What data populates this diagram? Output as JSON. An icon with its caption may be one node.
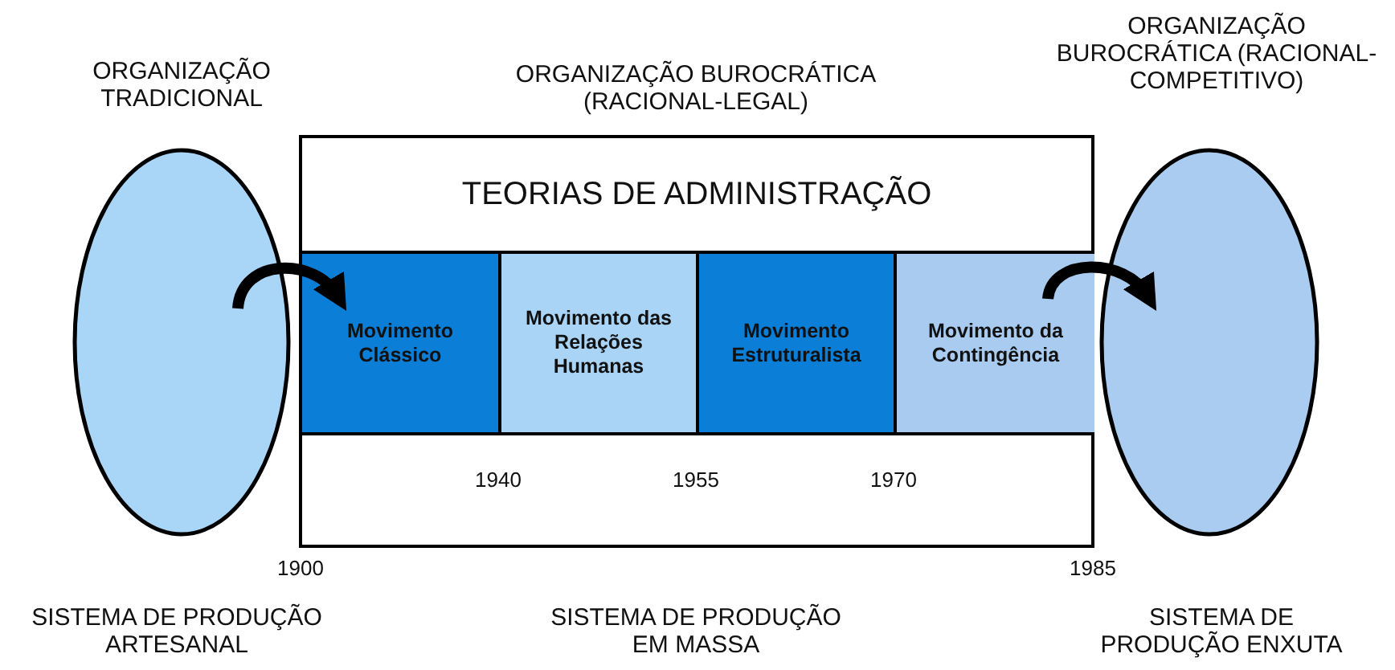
{
  "diagram": {
    "nodes": [
      {
        "text": [],
        "shape": "ellipse"
      },
      {
        "text": [
          "TEORIAS DE ADMINISTRAÇÃO"
        ]
      },
      {
        "text": [
          "Movimento Clássico"
        ],
        "in": 1
      },
      {
        "text": [
          "Movimento das Relações Humanas"
        ],
        "in": 1
      },
      {
        "text": [
          "Movimento Estruturalista"
        ],
        "in": 1
      },
      {
        "text": [
          "Movimento da Contingência"
        ],
        "in": 1
      },
      {
        "text": [],
        "shape": "ellipse"
      }
    ],
    "edges": [
      {
        "from": 0,
        "to": 2,
        "arrow": "to"
      },
      {
        "from": 5,
        "to": 6,
        "arrow": "to"
      }
    ],
    "labels": [
      "ORGANIZAÇÃO TRADICIONAL",
      "ORGANIZAÇÃO BUROCRÁTICA (RACIONAL-LEGAL)",
      "ORGANIZAÇÃO BUROCRÁTICA (RACIONAL-COMPETITIVO)",
      "1940",
      "1955",
      "1970",
      "1900",
      "1985",
      "SISTEMA DE PRODUÇÃO ARTESANAL",
      "SISTEMA DE PRODUÇÃO EM MASSA",
      "SISTEMA DE PRODUÇÃO ENXUTA"
    ]
  }
}
